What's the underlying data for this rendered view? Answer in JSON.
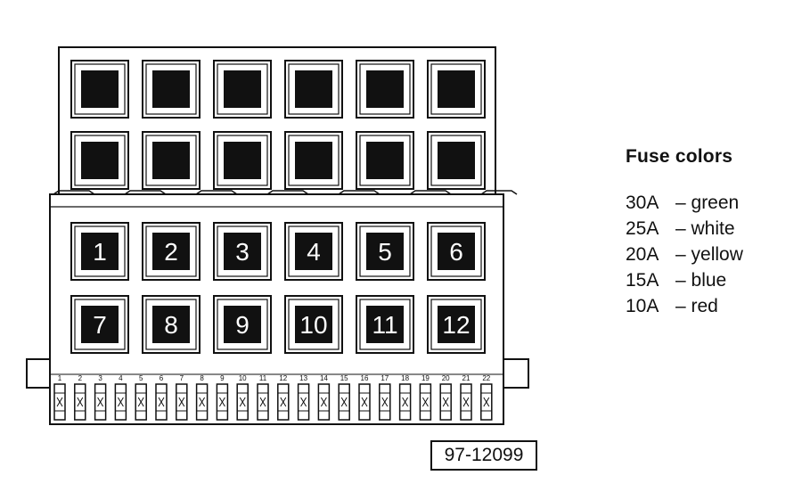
{
  "relay_panel": {
    "rows": 2,
    "columns": 6
  },
  "fuses": [
    {
      "number": "1"
    },
    {
      "number": "2"
    },
    {
      "number": "3"
    },
    {
      "number": "4"
    },
    {
      "number": "5"
    },
    {
      "number": "6"
    },
    {
      "number": "7"
    },
    {
      "number": "8"
    },
    {
      "number": "9"
    },
    {
      "number": "10"
    },
    {
      "number": "11"
    },
    {
      "number": "12"
    }
  ],
  "connector_pins": [
    "1",
    "2",
    "3",
    "4",
    "5",
    "6",
    "7",
    "8",
    "9",
    "10",
    "11",
    "12",
    "13",
    "14",
    "15",
    "16",
    "17",
    "18",
    "19",
    "20",
    "21",
    "22"
  ],
  "legend": {
    "title": "Fuse colors",
    "items": [
      {
        "rating": "30A",
        "color": "– green"
      },
      {
        "rating": "25A",
        "color": "– white"
      },
      {
        "rating": "20A",
        "color": "– yellow"
      },
      {
        "rating": "15A",
        "color": "– blue"
      },
      {
        "rating": "10A",
        "color": "– red"
      }
    ]
  },
  "figure_id": "97-12099",
  "colors": {
    "line": "#111111",
    "fill": "#ffffff",
    "slot": "#111111"
  }
}
